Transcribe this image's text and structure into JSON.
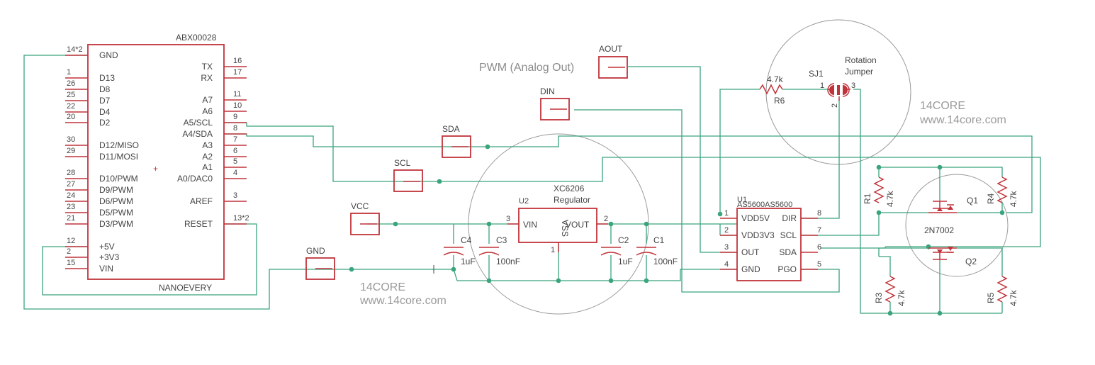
{
  "arduino": {
    "name": "ABX00028",
    "value": "NANOEVERY",
    "left_pins": [
      {
        "num": "14*2",
        "name": "GND"
      },
      {
        "num": "1",
        "name": "D13"
      },
      {
        "num": "26",
        "name": "D8"
      },
      {
        "num": "25",
        "name": "D7"
      },
      {
        "num": "22",
        "name": "D4"
      },
      {
        "num": "20",
        "name": "D2"
      },
      {
        "num": "30",
        "name": "D12/MISO"
      },
      {
        "num": "29",
        "name": "D11/MOSI"
      },
      {
        "num": "28",
        "name": "D10/PWM"
      },
      {
        "num": "27",
        "name": "D9/PWM"
      },
      {
        "num": "24",
        "name": "D6/PWM"
      },
      {
        "num": "23",
        "name": "D5/PWM"
      },
      {
        "num": "21",
        "name": "D3/PWM"
      },
      {
        "num": "12",
        "name": "+5V"
      },
      {
        "num": "2",
        "name": "+3V3"
      },
      {
        "num": "15",
        "name": "VIN"
      }
    ],
    "right_pins": [
      {
        "num": "16",
        "name": "TX"
      },
      {
        "num": "17",
        "name": "RX"
      },
      {
        "num": "11",
        "name": "A7"
      },
      {
        "num": "10",
        "name": "A6"
      },
      {
        "num": "9",
        "name": "A5/SCL"
      },
      {
        "num": "8",
        "name": "A4/SDA"
      },
      {
        "num": "7",
        "name": "A3"
      },
      {
        "num": "6",
        "name": "A2"
      },
      {
        "num": "5",
        "name": "A1"
      },
      {
        "num": "4",
        "name": "A0/DAC0"
      },
      {
        "num": "3",
        "name": "AREF"
      },
      {
        "num": "13*2",
        "name": "RESET"
      }
    ]
  },
  "pads": {
    "aout": "AOUT",
    "din": "DIN",
    "sda": "SDA",
    "scl": "SCL",
    "vcc": "VCC",
    "gnd": "GND"
  },
  "notes": {
    "pwm": "PWM (Analog Out)",
    "brand_top": "14CORE",
    "url_top": "www.14core.com",
    "brand_bottom": "14CORE",
    "url_bottom": "www.14core.com"
  },
  "regulator": {
    "ref": "U2",
    "title": "XC6206",
    "subtitle": "Regulator",
    "vin": "VIN",
    "vss": "VSS",
    "vout": "VOUT",
    "pin_vin": "3",
    "pin_vss": "1",
    "pin_vout": "2"
  },
  "capacitors": [
    {
      "ref": "C4",
      "value": "1uF"
    },
    {
      "ref": "C3",
      "value": "100nF"
    },
    {
      "ref": "C2",
      "value": "1uF"
    },
    {
      "ref": "C1",
      "value": "100nF"
    }
  ],
  "sensor": {
    "ref": "U1",
    "name": "AS5600AS5600",
    "left_pins": [
      {
        "num": "1",
        "name": "VDD5V"
      },
      {
        "num": "2",
        "name": "VDD3V3"
      },
      {
        "num": "3",
        "name": "OUT"
      },
      {
        "num": "4",
        "name": "GND"
      }
    ],
    "right_pins": [
      {
        "num": "8",
        "name": "DIR"
      },
      {
        "num": "7",
        "name": "SCL"
      },
      {
        "num": "6",
        "name": "SDA"
      },
      {
        "num": "5",
        "name": "PGO"
      }
    ]
  },
  "jumper": {
    "ref": "SJ1",
    "label_line1": "Rotation",
    "label_line2": "Jumper",
    "pin1": "1",
    "pin2": "2",
    "pin3": "3"
  },
  "resistors": {
    "r6": {
      "ref": "R6",
      "value": "4.7k"
    },
    "r1": {
      "ref": "R1",
      "value": "4.7k"
    },
    "r4": {
      "ref": "R4",
      "value": "4.7k"
    },
    "r3": {
      "ref": "R3",
      "value": "4.7k"
    },
    "r5": {
      "ref": "R5",
      "value": "4.7k"
    }
  },
  "transistors": {
    "q1": "Q1",
    "q2": "Q2",
    "part": "2N7002"
  },
  "colors": {
    "component": "#c0333a",
    "wire": "#3aa57c",
    "outline": "#9a9a9a"
  }
}
